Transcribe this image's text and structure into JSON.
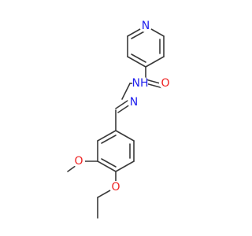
{
  "molecule": {
    "colors": {
      "bond": "#3a3a3a",
      "nitrogen": "#2222ee",
      "oxygen": "#ee2222"
    },
    "atoms": {
      "pyridine_n": "N",
      "amide_nh": "NH",
      "amide_o": "O",
      "imine_n": "N",
      "methoxy_o": "O",
      "ethoxy_o": "O"
    }
  }
}
